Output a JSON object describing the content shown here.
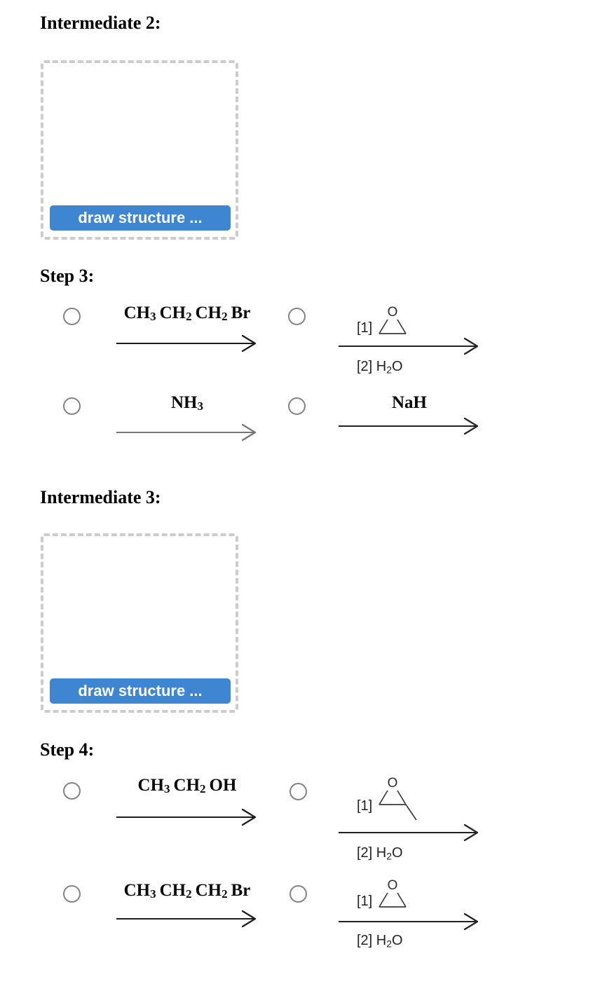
{
  "colors": {
    "accent_blue": "#3e86d2",
    "dashed_border": "#cccccc",
    "radio_border": "#848484",
    "arrow_dark": "#222222",
    "arrow_gray": "#757575",
    "structure_stroke": "#3c3c3c"
  },
  "intermediate2": {
    "title": "Intermediate 2:",
    "draw_button_label": "draw structure ..."
  },
  "step3": {
    "title": "Step 3:",
    "options": [
      {
        "name": "propyl-bromide",
        "kind": "formula-over-arrow",
        "formula": [
          [
            "t",
            "CH"
          ],
          [
            "s",
            "3"
          ],
          [
            "t",
            " CH"
          ],
          [
            "s",
            "2"
          ],
          [
            "t",
            " CH"
          ],
          [
            "s",
            "2"
          ],
          [
            "t",
            " Br"
          ]
        ],
        "arrow_color": "#1c1c1c"
      },
      {
        "name": "ethylene-oxide-then-water",
        "kind": "two-step-reagents",
        "step1_label": "[1]",
        "structure": "ethylene-oxide-epoxide",
        "epoxide_oxygen_label": "O",
        "step2": [
          [
            "t",
            "[2] H"
          ],
          [
            "s",
            "2"
          ],
          [
            "t",
            "O"
          ]
        ],
        "arrow_color": "#222222"
      },
      {
        "name": "ammonia",
        "kind": "formula-over-arrow",
        "formula": [
          [
            "t",
            "NH"
          ],
          [
            "s",
            "3"
          ]
        ],
        "arrow_color": "#757575"
      },
      {
        "name": "sodium-hydride",
        "kind": "formula-over-arrow",
        "formula": [
          [
            "t",
            "NaH"
          ]
        ],
        "arrow_color": "#222222"
      }
    ]
  },
  "intermediate3": {
    "title": "Intermediate 3:",
    "draw_button_label": "draw structure ..."
  },
  "step4": {
    "title": "Step 4:",
    "options": [
      {
        "name": "ethanol",
        "kind": "formula-over-arrow",
        "formula": [
          [
            "t",
            "CH"
          ],
          [
            "s",
            "3"
          ],
          [
            "t",
            " CH"
          ],
          [
            "s",
            "2"
          ],
          [
            "t",
            " OH"
          ]
        ],
        "arrow_color": "#1c1c1c"
      },
      {
        "name": "propylene-oxide-then-water",
        "kind": "two-step-reagents",
        "step1_label": "[1]",
        "structure": "methyl-epoxide",
        "epoxide_oxygen_label": "O",
        "step2": [
          [
            "t",
            "[2] H"
          ],
          [
            "s",
            "2"
          ],
          [
            "t",
            "O"
          ]
        ],
        "arrow_color": "#222222"
      },
      {
        "name": "propyl-bromide",
        "kind": "formula-over-arrow",
        "formula": [
          [
            "t",
            "CH"
          ],
          [
            "s",
            "3"
          ],
          [
            "t",
            " CH"
          ],
          [
            "s",
            "2"
          ],
          [
            "t",
            " CH"
          ],
          [
            "s",
            "2"
          ],
          [
            "t",
            " Br"
          ]
        ],
        "arrow_color": "#1c1c1c"
      },
      {
        "name": "ethylene-oxide-then-water",
        "kind": "two-step-reagents",
        "step1_label": "[1]",
        "structure": "ethylene-oxide-epoxide",
        "epoxide_oxygen_label": "O",
        "step2": [
          [
            "t",
            "[2] H"
          ],
          [
            "s",
            "2"
          ],
          [
            "t",
            "O"
          ]
        ],
        "arrow_color": "#222222"
      }
    ]
  }
}
